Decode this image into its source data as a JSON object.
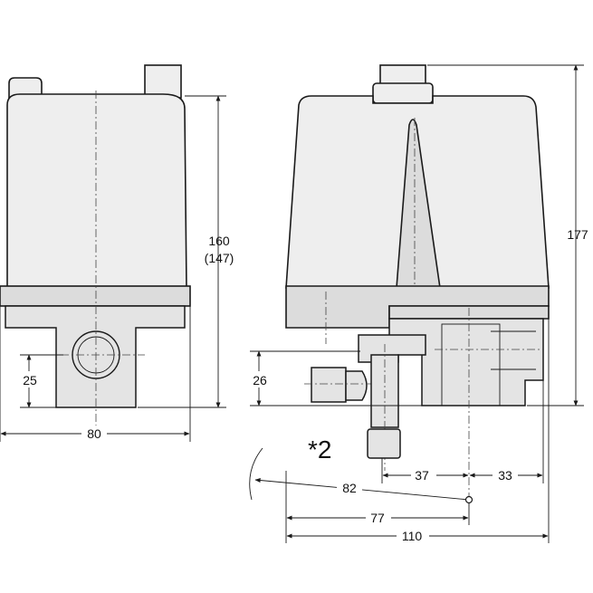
{
  "left_view": {
    "height_label": "160",
    "height_alt_label": "(147)",
    "port_height_label": "25",
    "width_label": "80"
  },
  "right_view": {
    "height_label": "177",
    "port_height_label": "26",
    "note_label": "*2",
    "offset_left_label": "37",
    "offset_right_label": "33",
    "radius_label": "82",
    "width_77_label": "77",
    "width_110_label": "110"
  }
}
